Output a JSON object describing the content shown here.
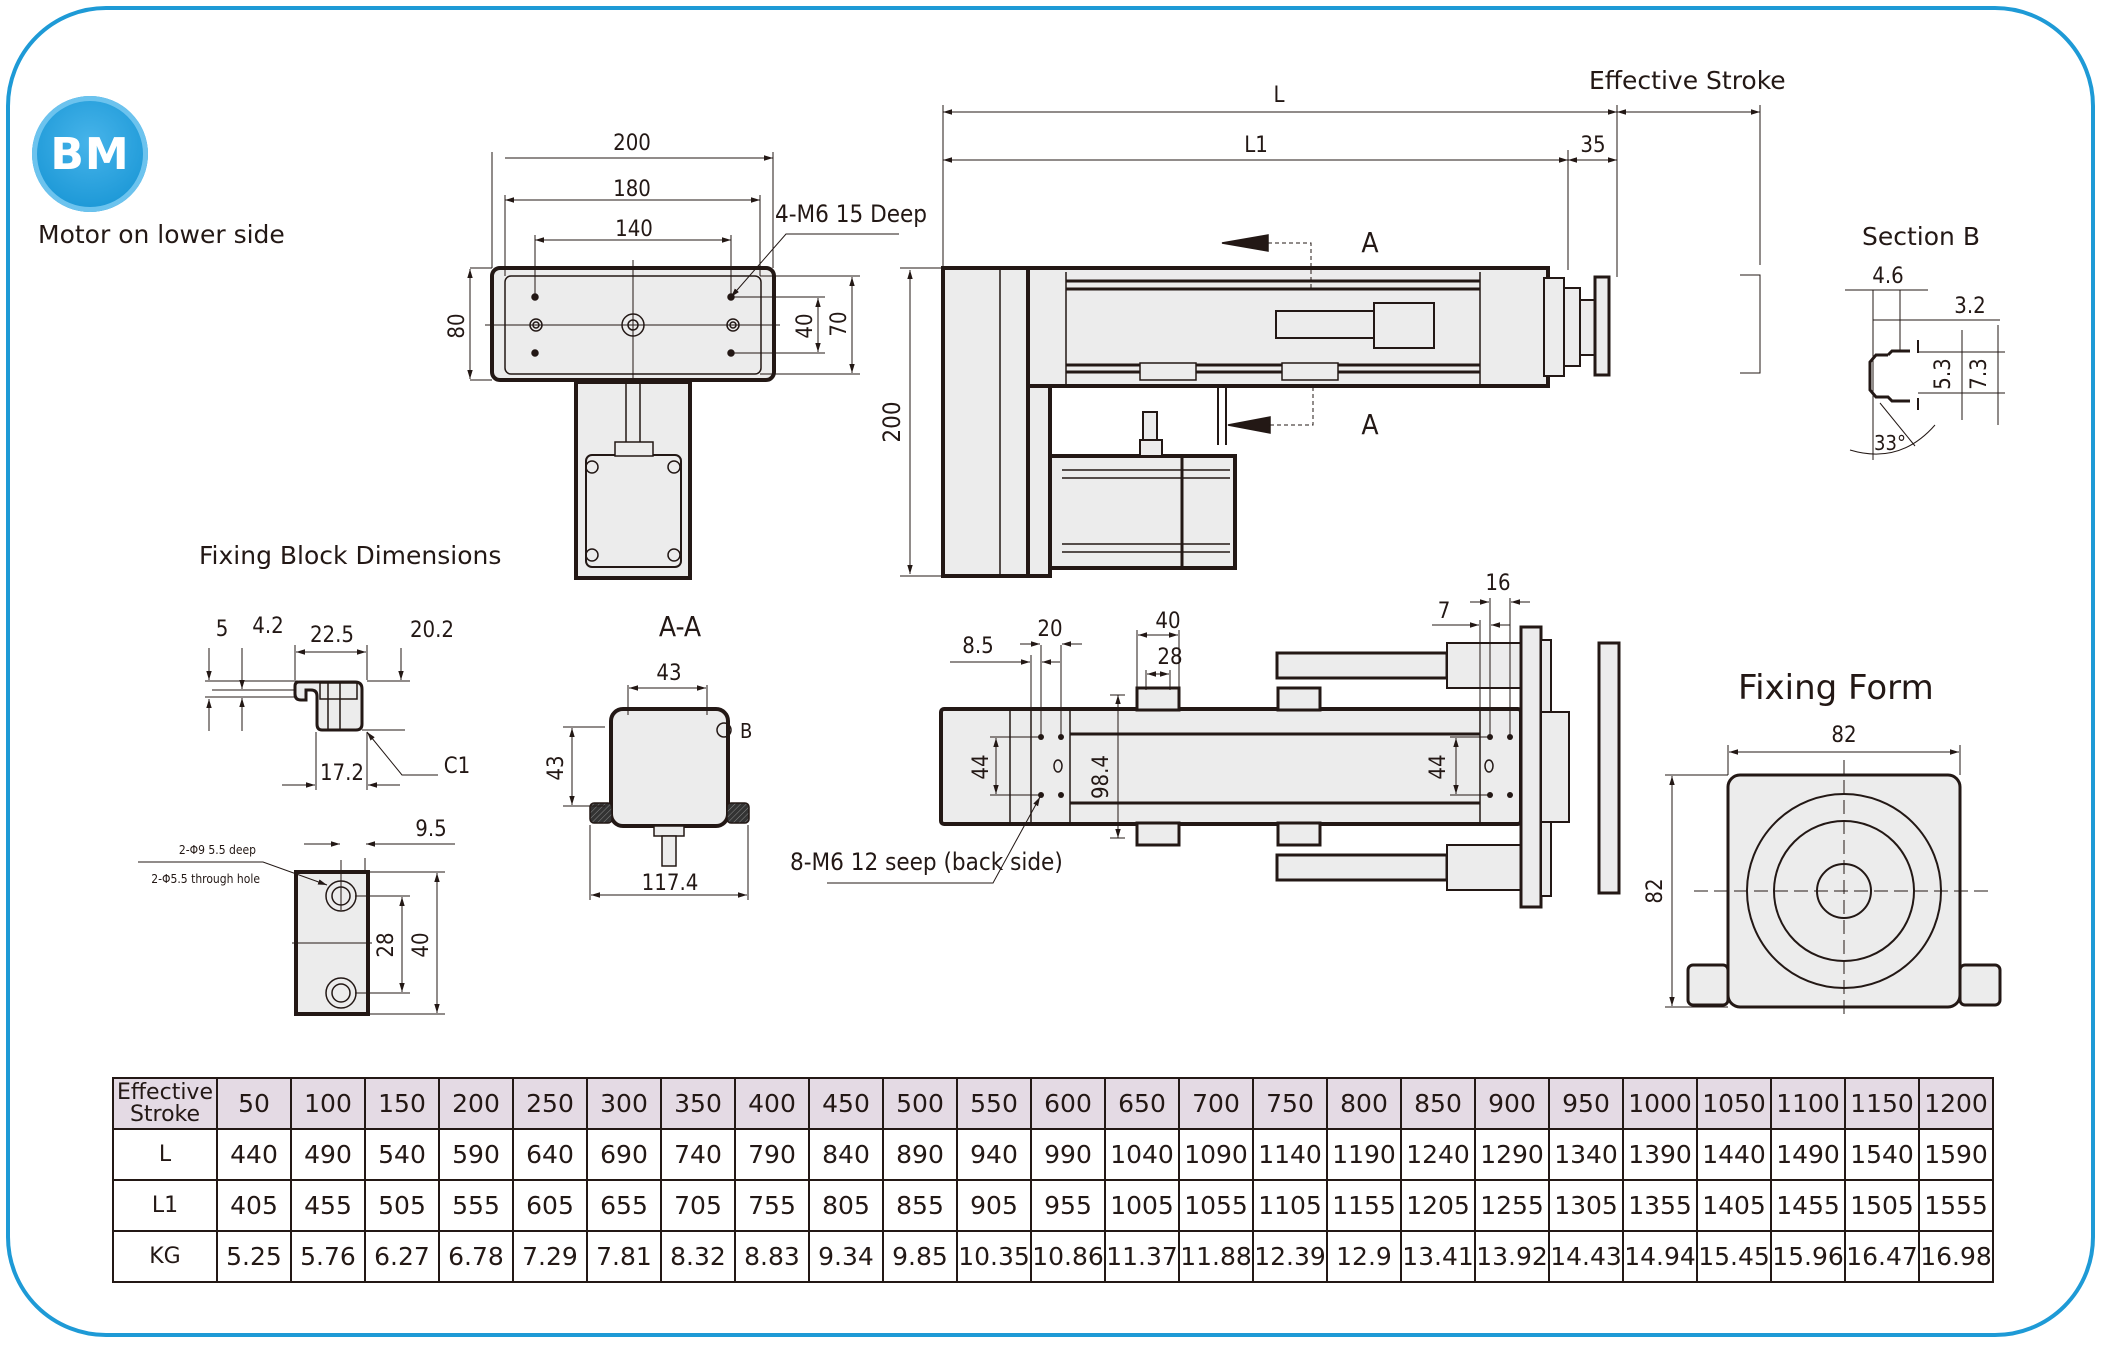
{
  "brand": {
    "logo_text": "BM",
    "accent_color": "#1e9ad6"
  },
  "captions": {
    "motor_position": "Motor on lower side",
    "fixing_block": "Fixing Block Dimensions",
    "section_aa": "A-A",
    "section_b": "Section B",
    "fixing_form": "Fixing Form",
    "effective_stroke": "Effective Stroke"
  },
  "top_view": {
    "dim_200": "200",
    "dim_180": "180",
    "dim_140": "140",
    "dim_80": "80",
    "dim_40": "40",
    "dim_70": "70",
    "callout": "4-M6  15 Deep"
  },
  "side_view": {
    "dim_L": "L",
    "dim_L1": "L1",
    "dim_35": "35",
    "dim_200": "200",
    "section_mark": "A"
  },
  "section_b": {
    "dim_4_6": "4.6",
    "dim_3_2": "3.2",
    "dim_5_3": "5.3",
    "dim_7_3": "7.3",
    "angle": "33°"
  },
  "fixing_block": {
    "dim_5": "5",
    "dim_4_2": "4.2",
    "dim_22_5": "22.5",
    "dim_20_2": "20.2",
    "dim_17_2": "17.2",
    "chamfer": "C1",
    "dim_9_5": "9.5",
    "dim_28": "28",
    "dim_40": "40",
    "note_counterbore": "2-Φ9  5.5 deep",
    "note_through": "2-Φ5.5 through hole"
  },
  "section_aa": {
    "dim_43_h": "43",
    "dim_43_v": "43",
    "dim_117_4": "117.4",
    "detail_mark": "B"
  },
  "bottom_view": {
    "dim_8_5": "8.5",
    "dim_20": "20",
    "dim_40": "40",
    "dim_28": "28",
    "dim_7": "7",
    "dim_16": "16",
    "dim_44_left": "44",
    "dim_44_right": "44",
    "dim_98_4": "98.4",
    "callout": "8-M6  12 seep (back side)"
  },
  "fixing_form": {
    "dim_width": "82",
    "dim_height": "82"
  },
  "spec_table": {
    "row_labels": [
      "Effective Stroke",
      "L",
      "L1",
      "KG"
    ],
    "stroke": [
      "50",
      "100",
      "150",
      "200",
      "250",
      "300",
      "350",
      "400",
      "450",
      "500",
      "550",
      "600",
      "650",
      "700",
      "750",
      "800",
      "850",
      "900",
      "950",
      "1000",
      "1050",
      "1100",
      "1150",
      "1200"
    ],
    "L": [
      "440",
      "490",
      "540",
      "590",
      "640",
      "690",
      "740",
      "790",
      "840",
      "890",
      "940",
      "990",
      "1040",
      "1090",
      "1140",
      "1190",
      "1240",
      "1290",
      "1340",
      "1390",
      "1440",
      "1490",
      "1540",
      "1590"
    ],
    "L1": [
      "405",
      "455",
      "505",
      "555",
      "605",
      "655",
      "705",
      "755",
      "805",
      "855",
      "905",
      "955",
      "1005",
      "1055",
      "1105",
      "1155",
      "1205",
      "1255",
      "1305",
      "1355",
      "1405",
      "1455",
      "1505",
      "1555"
    ],
    "KG": [
      "5.25",
      "5.76",
      "6.27",
      "6.78",
      "7.29",
      "7.81",
      "8.32",
      "8.83",
      "9.34",
      "9.85",
      "10.35",
      "10.86",
      "11.37",
      "11.88",
      "12.39",
      "12.9",
      "13.41",
      "13.92",
      "14.43",
      "14.94",
      "15.45",
      "15.96",
      "16.47",
      "16.98"
    ],
    "header_bg": "#e4dae4"
  }
}
